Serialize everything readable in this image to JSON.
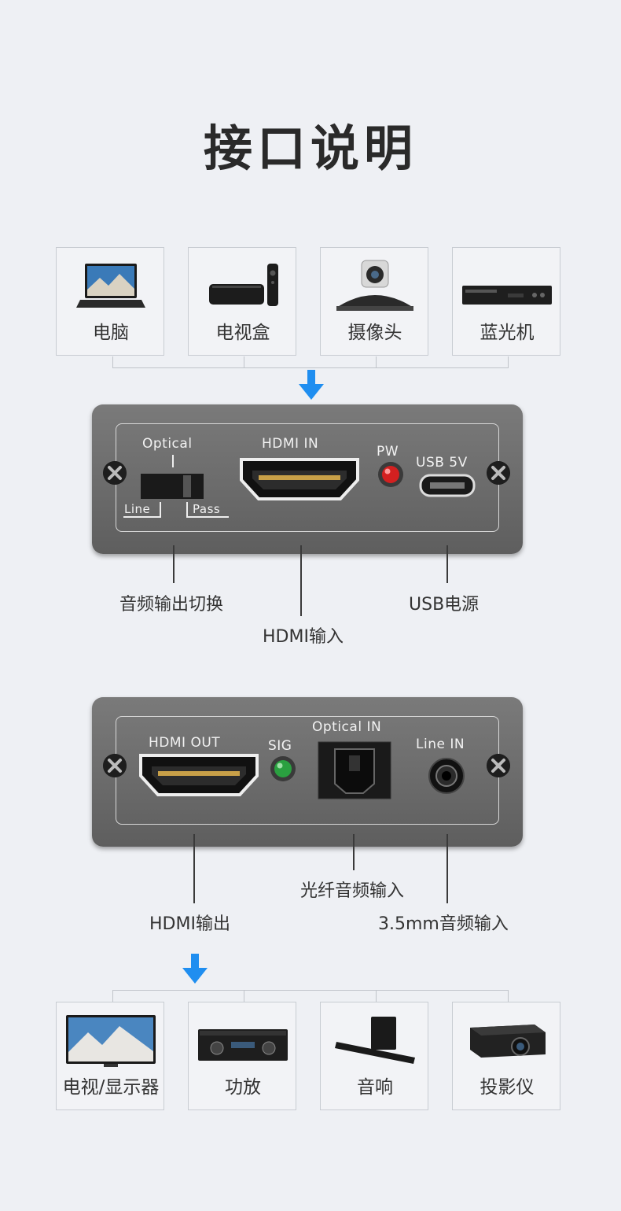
{
  "title": "接口说明",
  "sources": [
    {
      "label": "电脑",
      "icon": "laptop-icon"
    },
    {
      "label": "电视盒",
      "icon": "tv-box-icon"
    },
    {
      "label": "摄像头",
      "icon": "camera-icon"
    },
    {
      "label": "蓝光机",
      "icon": "bluray-player-icon"
    }
  ],
  "front_panel": {
    "optical": "Optical",
    "line": "Line",
    "pass": "Pass",
    "hdmi_in": "HDMI IN",
    "pw": "PW",
    "usb": "USB 5V"
  },
  "front_captions": {
    "switch": "音频输出切换",
    "hdmi_in": "HDMI输入",
    "usb_power": "USB电源"
  },
  "back_panel": {
    "hdmi_out": "HDMI OUT",
    "sig": "SIG",
    "optical_in": "Optical  IN",
    "line_in": "Line  IN"
  },
  "back_captions": {
    "hdmi_out": "HDMI输出",
    "optical_in": "光纤音频输入",
    "line_in": "3.5mm音频输入"
  },
  "outputs": [
    {
      "label": "电视/显示器",
      "icon": "tv-monitor-icon"
    },
    {
      "label": "功放",
      "icon": "amplifier-icon"
    },
    {
      "label": "音响",
      "icon": "soundbar-icon"
    },
    {
      "label": "投影仪",
      "icon": "projector-icon"
    }
  ],
  "colors": {
    "arrow": "#1f8ef0",
    "panel": "#6e6e6e",
    "pw_led": "#d42020",
    "sig_led": "#2aa040"
  }
}
